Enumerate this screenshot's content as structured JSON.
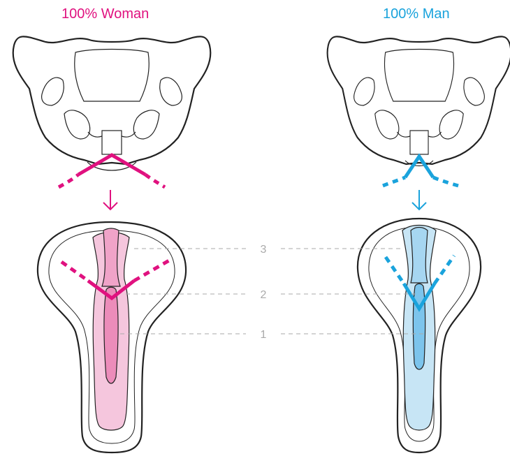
{
  "titles": {
    "woman": "100% Woman",
    "man": "100% Man"
  },
  "zone_numbers": [
    "3",
    "2",
    "1"
  ],
  "colors": {
    "woman": "#e0117f",
    "man": "#1aa3dc",
    "woman_fill_light": "#f5c6dd",
    "woman_fill_mid": "#ec8cba",
    "man_fill_light": "#c7e5f5",
    "man_fill_mid": "#7cc4ec",
    "outline": "#222222",
    "guide": "#aaaaaa"
  }
}
